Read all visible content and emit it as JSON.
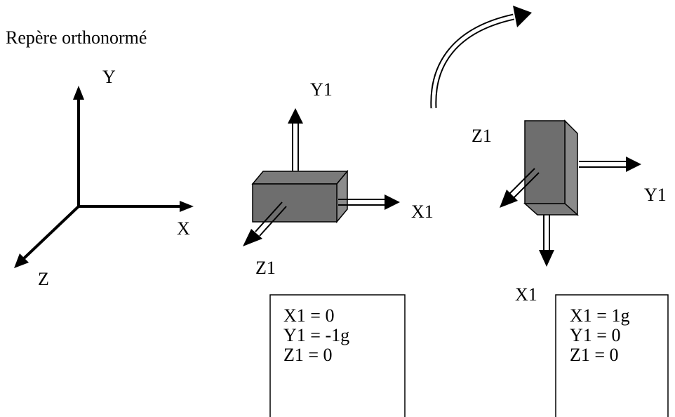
{
  "title": "Repère orthonormé",
  "reference_frame": {
    "axis_y": "Y",
    "axis_x": "X",
    "axis_z": "Z"
  },
  "sensor_flat": {
    "axis_y": "Y1",
    "axis_x": "X1",
    "axis_z": "Z1",
    "readings": [
      "X1 = 0",
      "Y1 = -1g",
      "Z1 = 0"
    ]
  },
  "sensor_rotated": {
    "axis_z": "Z1",
    "axis_y": "Y1",
    "axis_x": "X1",
    "readings": [
      "X1 = 1g",
      "Y1 = 0",
      "Z1 = 0"
    ]
  },
  "colors": {
    "box_fill": "#707070",
    "box_side": "#8c8c8c",
    "box_top": "#7a7a7a",
    "line": "#000000"
  }
}
